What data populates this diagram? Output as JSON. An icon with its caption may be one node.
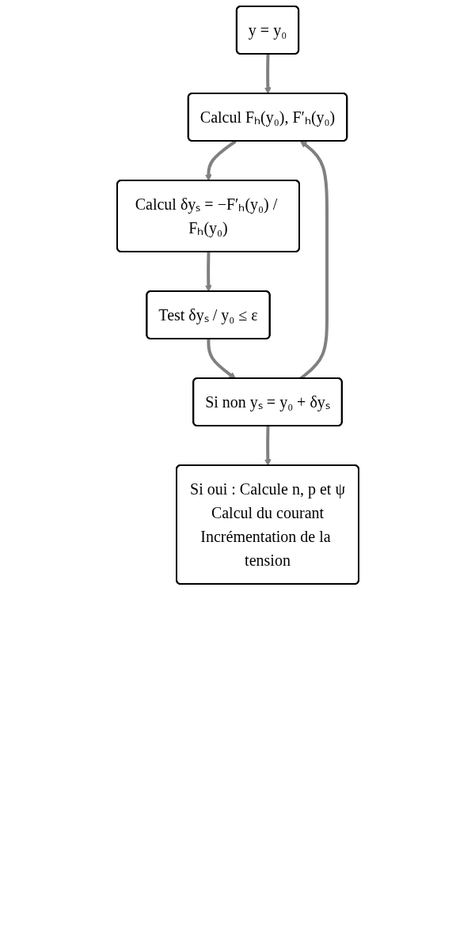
{
  "diagram": {
    "nodes": [
      {
        "text": [
          "y = y₀"
        ]
      },
      {
        "text": [
          "Calcul Fₕ(y₀), F′ₕ(y₀)"
        ]
      },
      {
        "text": [
          "Calcul δyₛ = −F′ₕ(y₀) / Fₕ(y₀)"
        ]
      },
      {
        "text": [
          "Test δyₛ / y₀ ≤ ε"
        ]
      },
      {
        "text": [
          "Si non yₛ = y₀ + δyₛ"
        ]
      },
      {
        "text": [
          "Si oui : Calcule n, p et ψ",
          "Calcul du courant",
          "Incrémentation de la tension"
        ]
      }
    ],
    "edges": [
      {
        "from": 0,
        "to": 1,
        "arrow": "to"
      },
      {
        "from": 1,
        "to": 2,
        "arrow": "to"
      },
      {
        "from": 2,
        "to": 3,
        "arrow": "to"
      },
      {
        "from": 3,
        "to": 4,
        "arrow": "to"
      },
      {
        "from": 4,
        "to": 5,
        "arrow": "to"
      },
      {
        "from": 4,
        "to": 1,
        "arrow": "to"
      }
    ]
  }
}
